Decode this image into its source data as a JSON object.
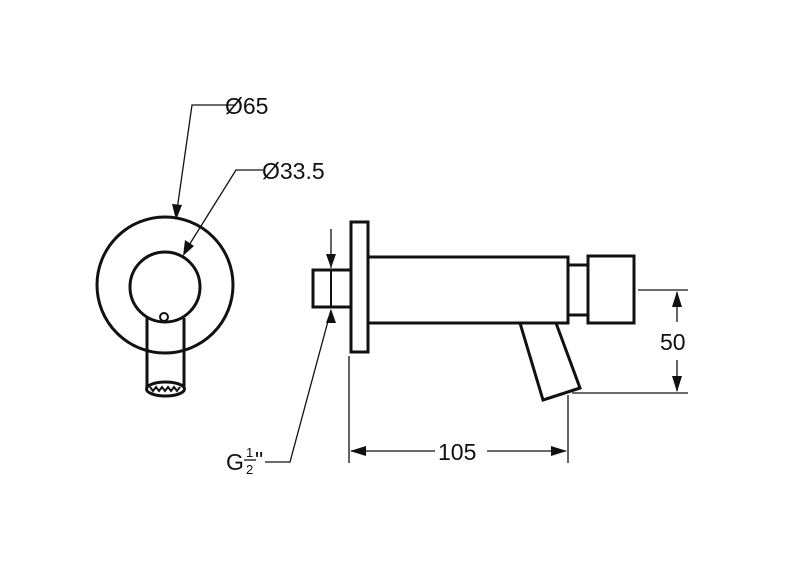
{
  "dimensions": {
    "outer_diameter": "Ø65",
    "inner_diameter": "Ø33.5",
    "thread_main": "G",
    "thread_numerator": "1",
    "thread_denominator": "2",
    "thread_suffix": "\"",
    "length": "105",
    "height": "50"
  },
  "colors": {
    "line": "#111111",
    "background": "#ffffff"
  }
}
